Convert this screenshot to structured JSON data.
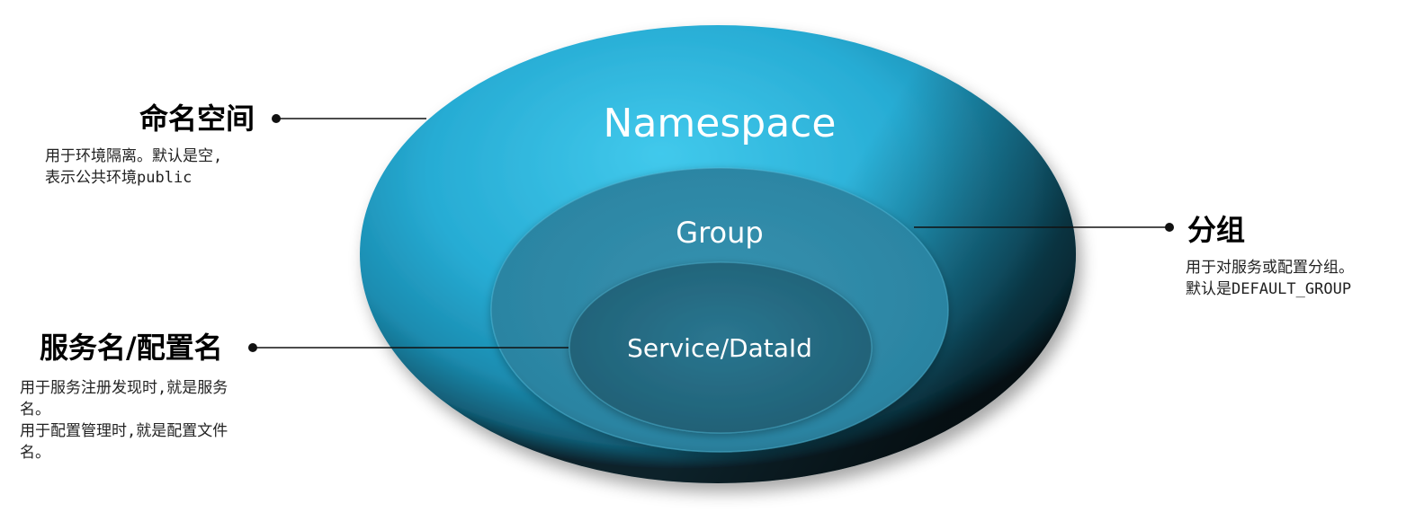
{
  "diagram": {
    "rings": {
      "namespace": "Namespace",
      "group": "Group",
      "service": "Service/DataId"
    },
    "callouts": {
      "namespace": {
        "title": "命名空间",
        "desc": [
          "用于环境隔离。默认是空,",
          "表示公共环境public"
        ]
      },
      "group": {
        "title": "分组",
        "desc": [
          "用于对服务或配置分组。",
          "默认是DEFAULT_GROUP"
        ]
      },
      "service": {
        "title": "服务名/配置名",
        "desc": [
          "用于服务注册发现时,就是服务名。",
          "用于配置管理时,就是配置文件名。"
        ]
      }
    },
    "colors": {
      "outer_light": "#3cc3e6",
      "outer_mid": "#1f9cc2",
      "outer_dark": "#0b2c36",
      "middle": "#2e87a5",
      "inner": "#24697f",
      "text": "#ffffff",
      "connector": "#111111"
    }
  }
}
